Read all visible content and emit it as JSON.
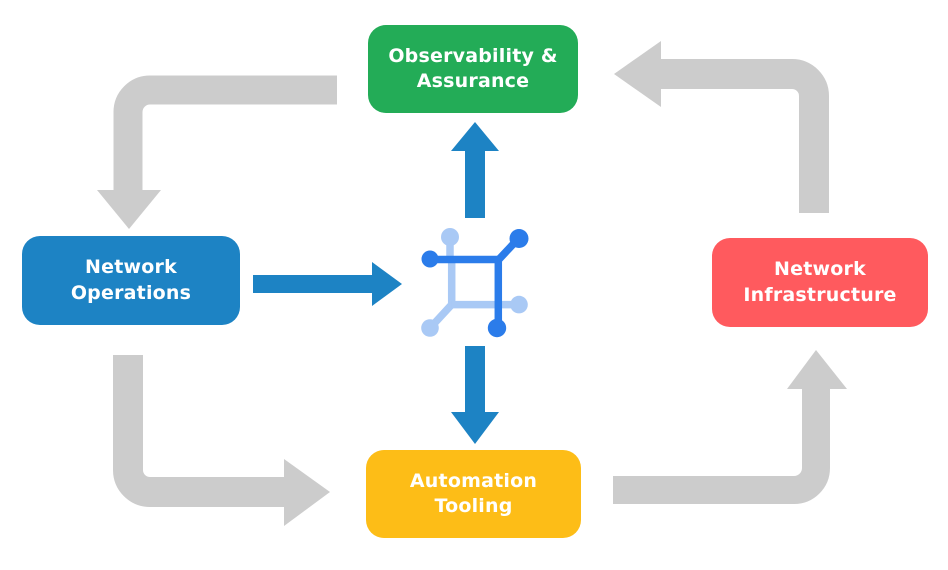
{
  "diagram": {
    "nodes": {
      "observability": {
        "label": "Observability &\nAssurance",
        "color": "#23ac57"
      },
      "operations": {
        "label": "Network\nOperations",
        "color": "#1d83c4"
      },
      "infrastructure": {
        "label": "Network\nInfrastructure",
        "color": "#ff5a5e"
      },
      "automation": {
        "label": "Automation\nTooling",
        "color": "#fdbd17"
      }
    },
    "center_icon": "network-automation-icon",
    "flows": [
      {
        "from": "observability",
        "to": "operations",
        "style": "gray-elbow-arrow"
      },
      {
        "from": "operations",
        "to": "automation",
        "style": "gray-elbow-arrow"
      },
      {
        "from": "automation",
        "to": "infrastructure",
        "style": "gray-elbow-arrow"
      },
      {
        "from": "infrastructure",
        "to": "observability",
        "style": "gray-elbow-arrow"
      },
      {
        "from": "operations",
        "to": "center-icon",
        "style": "blue-straight-arrow"
      },
      {
        "from": "center-icon",
        "to": "observability",
        "style": "blue-straight-arrow"
      },
      {
        "from": "center-icon",
        "to": "automation",
        "style": "blue-straight-arrow"
      }
    ],
    "colors": {
      "background": "#ffffff",
      "text": "#ffffff",
      "arrow_gray": "#cccccc",
      "arrow_blue": "#1d83c4",
      "icon_dark": "#2b7cea",
      "icon_light": "#a9c9f5"
    }
  }
}
